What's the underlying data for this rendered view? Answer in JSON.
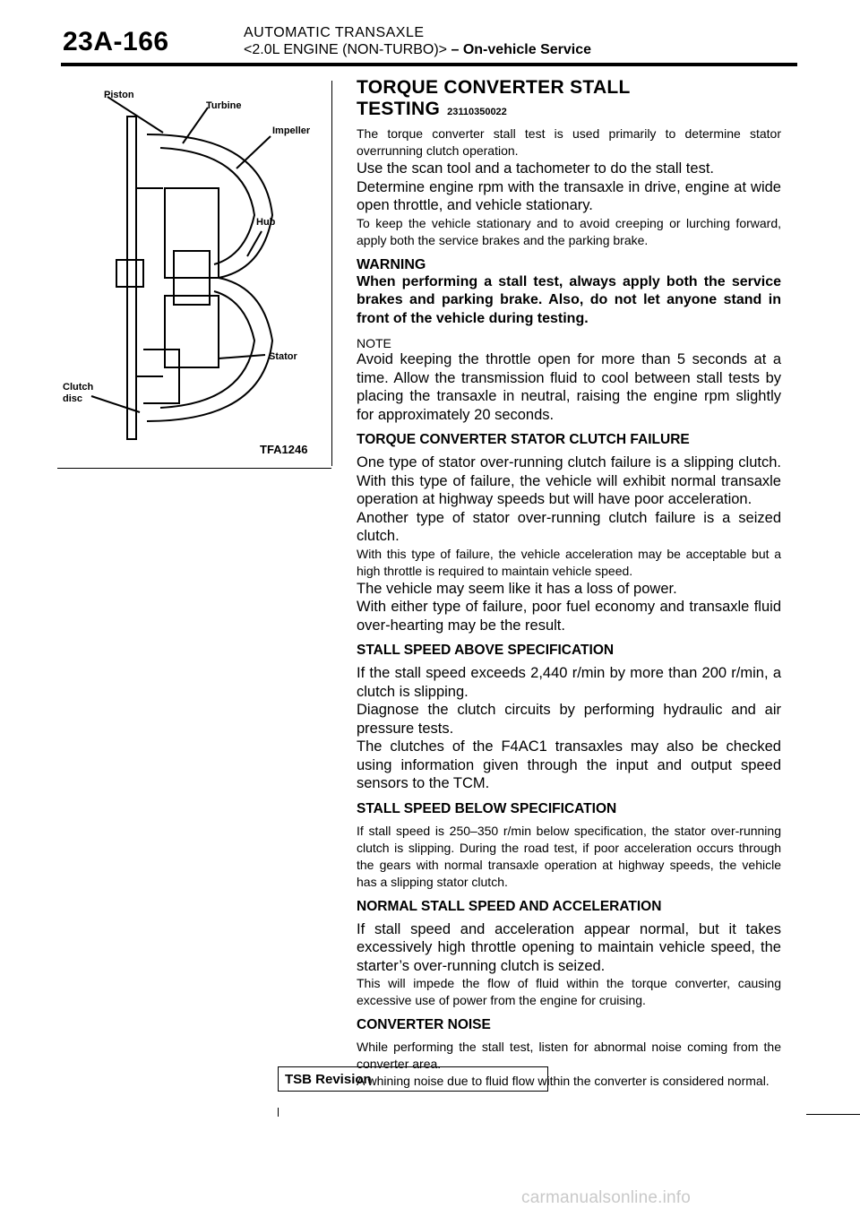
{
  "header": {
    "page_number": "23A-166",
    "section": "AUTOMATIC TRANSAXLE",
    "engine": "<2.0L ENGINE (NON-TURBO)>",
    "subsection": "– On-vehicle Service"
  },
  "figure": {
    "labels": {
      "piston": "Piston",
      "turbine": "Turbine",
      "impeller": "Impeller",
      "hub": "Hub",
      "stator": "Stator",
      "clutch_disc": "Clutch disc"
    },
    "code": "TFA1246"
  },
  "section1": {
    "title": "TORQUE CONVERTER STALL TESTING",
    "code": "23110350022",
    "p1": "The torque converter stall test is used primarily to determine stator overrunning clutch operation.",
    "p2": "Use the scan tool and a tachometer to do the stall test.",
    "p3": "Determine engine rpm with the transaxle in drive, engine at wide open throttle, and vehicle stationary.",
    "p4": "To keep the vehicle stationary and to avoid creeping or lurching forward, apply both the service brakes and the parking brake.",
    "warning_head": "WARNING",
    "warning_text": "When performing a stall test, always apply both the service brakes and parking brake. Also, do not let anyone stand in front of the vehicle during testing.",
    "note_head": "NOTE",
    "note_text": "Avoid keeping the throttle open for more than 5 seconds at a time. Allow the transmission fluid to cool between stall tests by placing the transaxle in neutral, raising the engine rpm slightly for approximately 20 seconds."
  },
  "section2": {
    "title": "TORQUE CONVERTER STATOR CLUTCH FAILURE",
    "p1": "One type of stator over-running clutch failure is a slipping clutch. With this type of failure, the vehicle will exhibit normal transaxle operation at highway speeds but will have poor acceleration.",
    "p2": "Another type of stator over-running clutch failure is a seized clutch.",
    "p3": "With this type of failure, the vehicle acceleration may be acceptable but a high throttle is required to maintain vehicle speed.",
    "p4": "The vehicle may seem like it has a loss of power.",
    "p5": "With either type of failure, poor fuel economy and transaxle fluid over-hearting may be the result."
  },
  "section3": {
    "title": "STALL SPEED ABOVE SPECIFICATION",
    "p1": "If the stall speed exceeds 2,440 r/min by more than 200 r/min, a clutch is slipping.",
    "p2": "Diagnose the clutch circuits by performing hydraulic and air pressure tests.",
    "p3": "The clutches of the F4AC1 transaxles may also be checked using information given through the input and output speed sensors to the TCM."
  },
  "section4": {
    "title": "STALL SPEED BELOW SPECIFICATION",
    "p1": "If stall speed is 250–350 r/min below specification, the stator over-running clutch is slipping. During the road test, if poor acceleration occurs through the gears with normal transaxle operation at highway speeds, the vehicle has a slipping stator clutch."
  },
  "section5": {
    "title": "NORMAL STALL SPEED AND ACCELERATION",
    "p1": "If stall speed and acceleration appear normal, but it takes excessively high throttle opening to maintain vehicle speed, the starter’s over-running clutch is seized.",
    "p2": "This will impede the flow of fluid within the torque converter, causing excessive use of power from the engine for cruising."
  },
  "section6": {
    "title": "CONVERTER NOISE",
    "p1": "While performing the stall test, listen for abnormal noise coming from the converter area.",
    "p2": "A whining noise due to fluid flow within the converter is considered normal."
  },
  "tsb": {
    "label": "TSB Revision"
  },
  "footer": {
    "watermark": "carmanualsonline.info"
  }
}
